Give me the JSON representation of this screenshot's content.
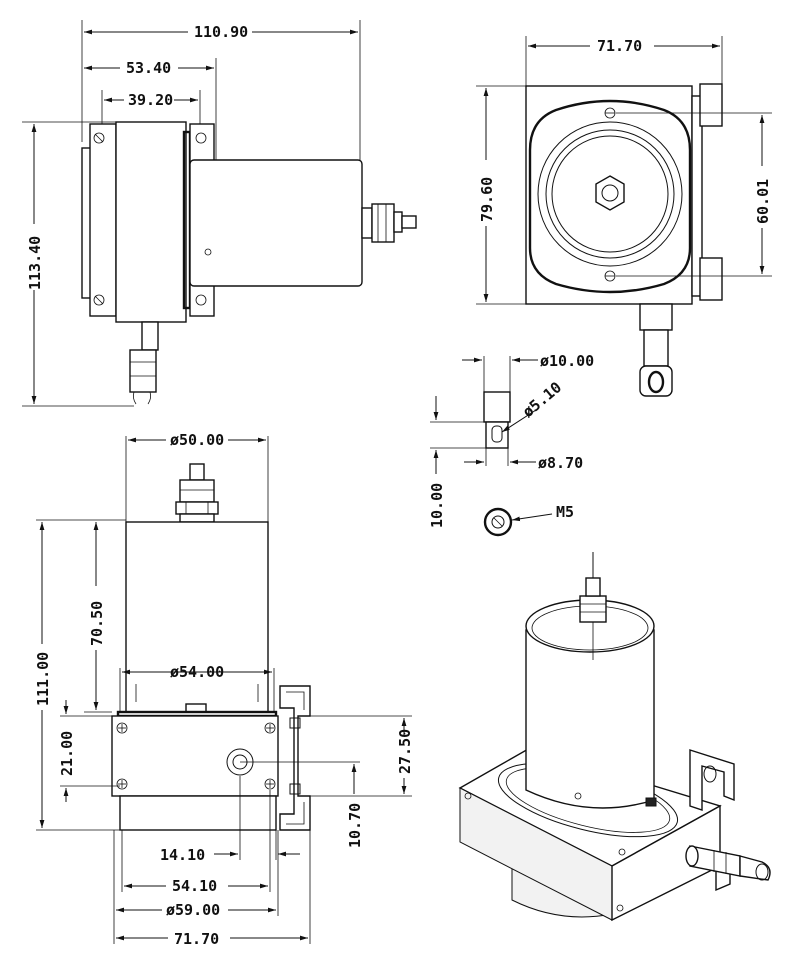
{
  "dimensions": {
    "side_total_width": "110.90",
    "side_mid_width": "53.40",
    "side_inner_width": "39.20",
    "side_height": "113.40",
    "end_width": "71.70",
    "end_height": "79.60",
    "end_hole_spacing": "60.01",
    "clip_dia_top": "ø10.00",
    "clip_dia_hole": "ø5.10",
    "clip_dia_bottom": "ø8.70",
    "clip_length": "10.00",
    "thread": "M5",
    "front_can_dia": "ø50.00",
    "front_can_height": "70.50",
    "front_total_height": "111.00",
    "front_flange_dia": "ø54.00",
    "front_base_height": "21.00",
    "front_bracket_height": "27.50",
    "front_outlet_height": "10.70",
    "front_outlet_offset": "14.10",
    "front_hole_spacing": "54.10",
    "front_base_dia": "ø59.00",
    "front_total_width": "71.70"
  }
}
